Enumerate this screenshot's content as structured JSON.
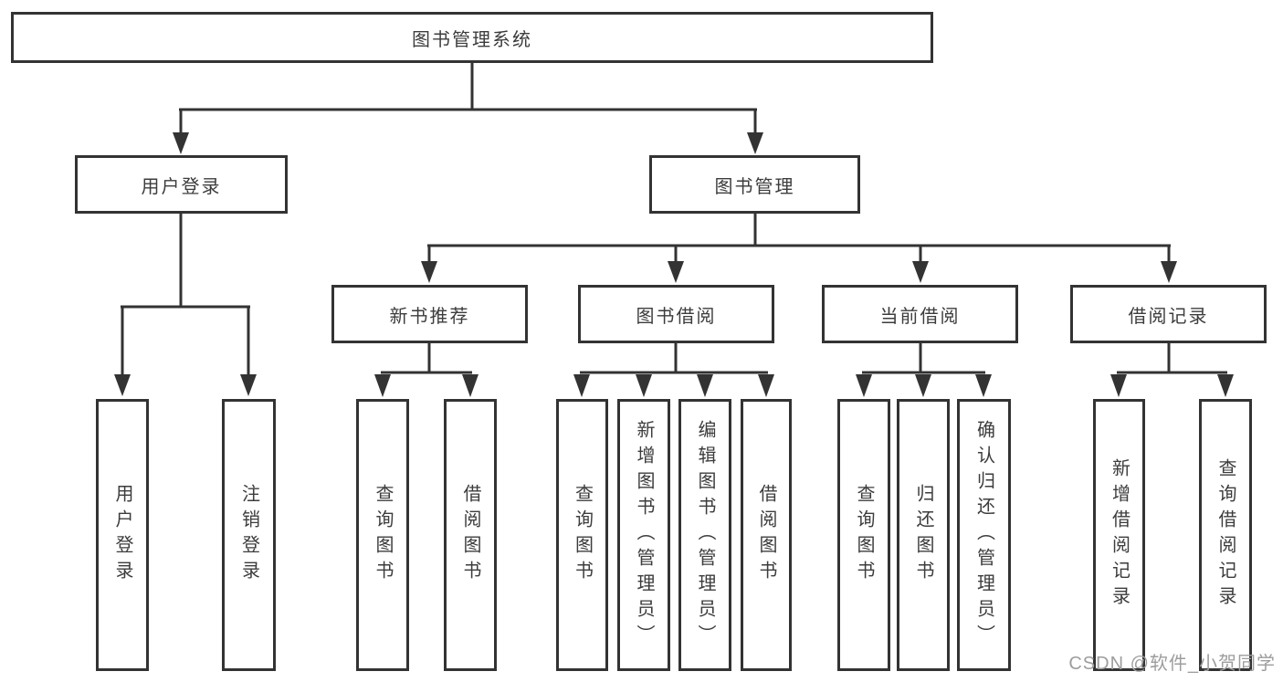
{
  "colors": {
    "line": "#333333",
    "node_border": "#333333",
    "node_fill": "#ffffff",
    "text": "#3c3c3c",
    "watermark_text": "#9d9d9d",
    "background": "#ffffff"
  },
  "watermark": "CSDN @软件_小贺同学",
  "nodes": {
    "root": "图书管理系统",
    "branches": [
      "用户登录",
      "图书管理"
    ],
    "sections": [
      "新书推荐",
      "图书借阅",
      "当前借阅",
      "借阅记录"
    ],
    "leaves": [
      "用户登录",
      "注销登录",
      "查询图书",
      "借阅图书",
      "查询图书",
      "新增图书（管理员）",
      "编辑图书（管理员）",
      "借阅图书",
      "查询图书",
      "归还图书",
      "确认归还（管理员）",
      "新增借阅记录",
      "查询借阅记录"
    ]
  }
}
